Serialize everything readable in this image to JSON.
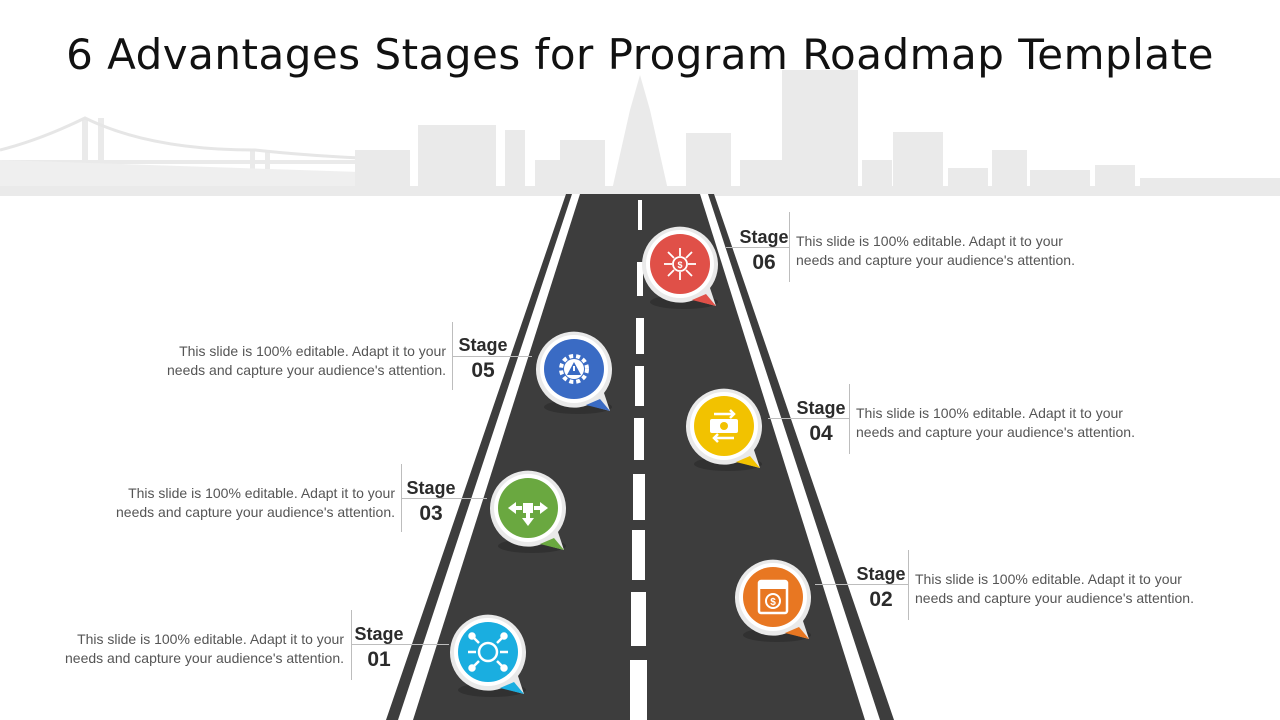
{
  "title": "6 Advantages Stages for Program Roadmap Template",
  "stages": [
    {
      "label": "Stage",
      "number": "01",
      "text_line1": "This slide is 100% editable. Adapt it to your",
      "text_line2": "needs and capture your audience's attention.",
      "color": "#1aaee0",
      "icon": "network-hub-icon"
    },
    {
      "label": "Stage",
      "number": "02",
      "text_line1": "This slide is 100% editable. Adapt it to your",
      "text_line2": "needs and capture your audience's attention.",
      "color": "#e87722",
      "icon": "money-box-icon"
    },
    {
      "label": "Stage",
      "number": "03",
      "text_line1": "This slide is 100% editable. Adapt it to your",
      "text_line2": "needs and capture your audience's attention.",
      "color": "#6aa840",
      "icon": "move-arrows-icon"
    },
    {
      "label": "Stage",
      "number": "04",
      "text_line1": "This slide is 100% editable. Adapt it to your",
      "text_line2": "needs and capture your audience's attention.",
      "color": "#f2c200",
      "icon": "money-exchange-icon"
    },
    {
      "label": "Stage",
      "number": "05",
      "text_line1": "This slide is 100% editable. Adapt it to your",
      "text_line2": "needs and capture your audience's attention.",
      "color": "#3a6bc4",
      "icon": "gear-warning-icon"
    },
    {
      "label": "Stage",
      "number": "06",
      "text_line1": "This slide is 100% editable. Adapt it to your",
      "text_line2": "needs and capture your audience's attention.",
      "color": "#e05048",
      "icon": "dollar-network-icon"
    }
  ],
  "colors": {
    "road": "#3d3d3d",
    "road_lines": "#ffffff",
    "skyline": "#e6e6e6"
  }
}
